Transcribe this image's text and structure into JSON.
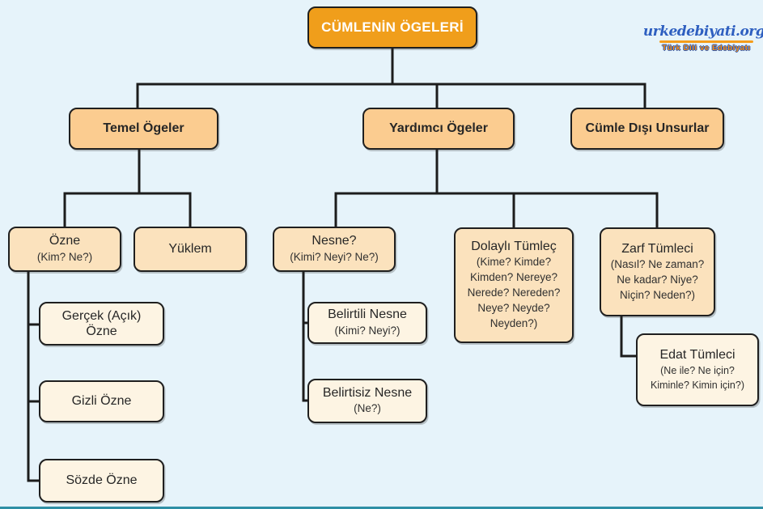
{
  "page": {
    "background_color": "#E6F3FA",
    "line_color": "#1C1C1C",
    "bottom_strip_color": "#2E8FA5"
  },
  "logo": {
    "icon": "tree-sun-icon",
    "brand": "urkedebiyati.org",
    "tagline": "Türk Dili ve Edebiyatı",
    "brand_color": "#2e5fc0",
    "tagline_color": "#ff9010"
  },
  "colors": {
    "root_fill": "#F09E1B",
    "level2_fill": "#FBCC90",
    "level3_fill": "#FBE2BD",
    "level4_fill": "#FDF4E3",
    "border": "#1F1F1F",
    "root_text": "#FFFFFF",
    "text": "#262626"
  },
  "nodes": {
    "root": {
      "title": "CÜMLENİN ÖGELERİ"
    },
    "temel": {
      "title": "Temel Ögeler"
    },
    "yardimci": {
      "title": "Yardımcı Ögeler"
    },
    "cumle_disi": {
      "title": "Cümle Dışı Unsurlar"
    },
    "ozne": {
      "title": "Özne",
      "subtitle": "(Kim? Ne?)"
    },
    "yuklem": {
      "title": "Yüklem"
    },
    "nesne": {
      "title": "Nesne?",
      "subtitle": "(Kimi? Neyi? Ne?)"
    },
    "dolayli": {
      "title": "Dolaylı Tümleç",
      "subtitle": "(Kime? Kimde? Kimden? Nereye? Nerede? Nereden? Neye? Neyde? Neyden?)"
    },
    "zarf": {
      "title": "Zarf Tümleci",
      "subtitle": "(Nasıl? Ne zaman? Ne kadar? Niye? Niçin? Neden?)"
    },
    "gercek": {
      "title": "Gerçek (Açık) Özne"
    },
    "gizli": {
      "title": "Gizli Özne"
    },
    "sozde": {
      "title": "Sözde Özne"
    },
    "belirtili": {
      "title": "Belirtili Nesne",
      "subtitle": "(Kimi? Neyi?)"
    },
    "belirtisiz": {
      "title": "Belirtisiz Nesne",
      "subtitle": "(Ne?)"
    },
    "edat": {
      "title": "Edat Tümleci",
      "subtitle": "(Ne ile? Ne için? Kiminle? Kimin için?)"
    }
  }
}
